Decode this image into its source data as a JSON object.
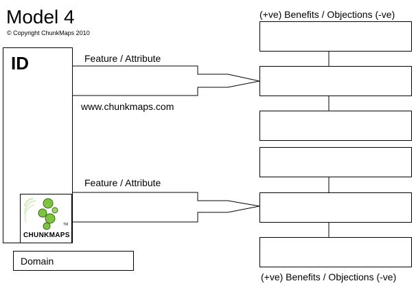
{
  "title": "Model 4",
  "copyright": "© Copyright ChunkMaps 2010",
  "header_top": "(+ve) Benefits / Objections (-ve)",
  "header_bottom": "(+ve) Benefits / Objections (-ve)",
  "id_label": "ID",
  "feature_1": "Feature / Attribute",
  "feature_2": "Feature / Attribute",
  "url": "www.chunkmaps.com",
  "domain": "Domain",
  "logo": {
    "name": "CHUNKMAPS",
    "tm": "TM"
  },
  "colors": {
    "logo_green": "#7fc241",
    "logo_dark": "#3a6a1a"
  }
}
